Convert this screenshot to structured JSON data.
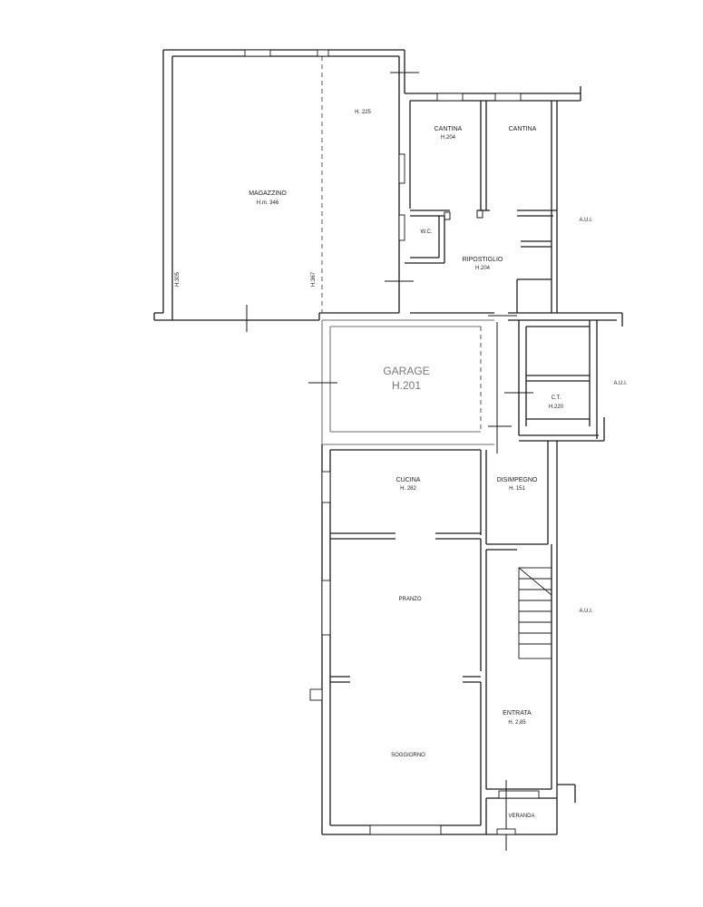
{
  "rooms": {
    "magazzino": {
      "name": "MAGAZZINO",
      "height": "H.m. 346"
    },
    "upper_zone": {
      "height": "H. 225"
    },
    "cantina_left": {
      "name": "CANTINA",
      "height": "H.204"
    },
    "cantina_right": {
      "name": "CANTINA"
    },
    "wc": {
      "name": "W.C."
    },
    "ripostiglio": {
      "name": "RIPOSTIGLIO",
      "height": "H.204"
    },
    "garage": {
      "name": "GARAGE",
      "height": "H.201"
    },
    "ct": {
      "name": "C.T.",
      "height": "H.220"
    },
    "cucina": {
      "name": "CUCINA",
      "height": "H. 282"
    },
    "disimpegno": {
      "name": "DISIMPEGNO",
      "height": "H. 151"
    },
    "pranzo": {
      "name": "PRANZO"
    },
    "entrata": {
      "name": "ENTRATA",
      "height": "H. 2,85"
    },
    "soggiorno": {
      "name": "SOGGIORNO"
    },
    "veranda": {
      "name": "VERANDA"
    }
  },
  "adjacent": {
    "aui_top": "A.U.I.",
    "aui_mid": "A.U.I.",
    "aui_bottom": "A.U.I."
  },
  "wall_heights": {
    "left": "H.305",
    "middle": "H.367"
  }
}
